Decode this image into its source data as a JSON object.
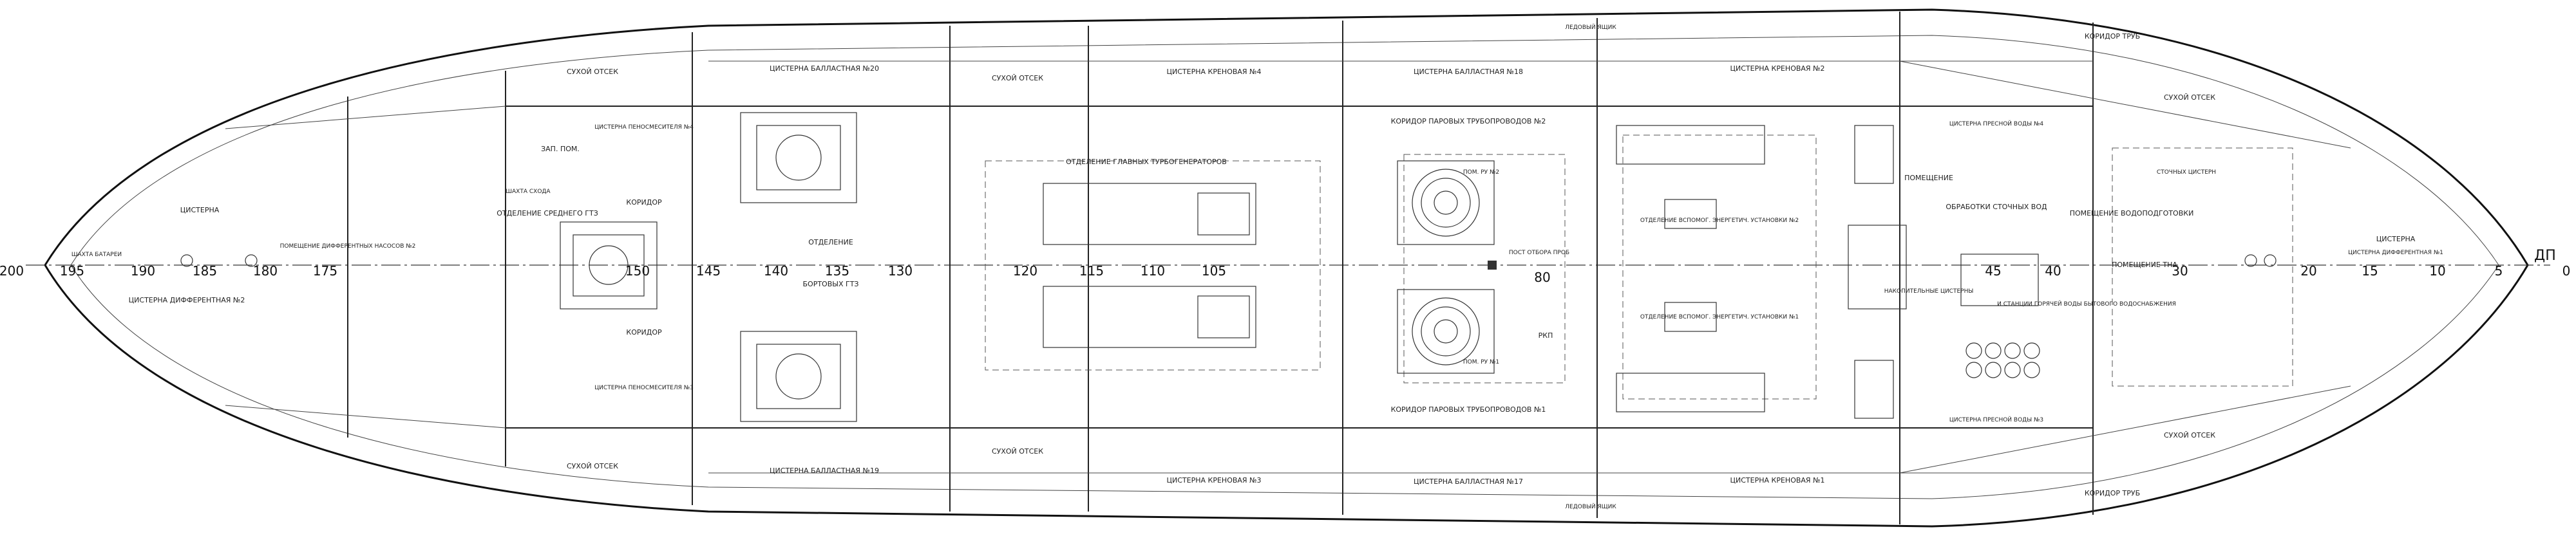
{
  "frames": [
    "200",
    "195",
    "190",
    "185",
    "180",
    "175",
    "150",
    "145",
    "140",
    "135",
    "130",
    "120",
    "115",
    "110",
    "105",
    "80",
    "45",
    "40",
    "30",
    "20",
    "15",
    "10",
    "5",
    "0"
  ],
  "centerline_label": "ДП",
  "compartments": {
    "l_dry_top": "СУХОЙ ОТСЕК",
    "l_dry_bot": "СУХОЙ ОТСЕК",
    "bal20": "ЦИСТЕРНА БАЛЛАСТНАЯ №20",
    "bal19": "ЦИСТЕРНА БАЛЛАСТНАЯ №19",
    "dry2_top": "СУХОЙ ОТСЕК",
    "dry2_bot": "СУХОЙ ОТСЕК",
    "heel4": "ЦИСТЕРНА КРЕНОВАЯ №4",
    "heel3": "ЦИСТЕРНА КРЕНОВАЯ №3",
    "bal18": "ЦИСТЕРНА БАЛЛАСТНАЯ №18",
    "bal17": "ЦИСТЕРНА БАЛЛАСТНАЯ №17",
    "ice_top": "ЛЕДОВЫЙ ЯЩИК",
    "ice_bot": "ЛЕДОВЫЙ ЯЩИК",
    "heel2": "ЦИСТЕРНА КРЕНОВАЯ №2",
    "heel1": "ЦИСТЕРНА КРЕНОВАЯ №1",
    "pipe_top": "КОРИДОР ТРУБ",
    "pipe_bot": "КОРИДОР ТРУБ",
    "dry_r_top": "СУХОЙ ОТСЕК",
    "dry_r_bot": "СУХОЙ ОТСЕК",
    "trim1": "ЦИСТЕРНА ДИФФЕРЕНТНАЯ №1",
    "trim2": "ЦИСТЕРНА ДИФФЕРЕНТНАЯ №2",
    "stern_tank": "ЦИСТЕРНА",
    "pump": "ПОМЕЩЕНИЕ ДИФФЕРЕНТНЫХ НАСОСОВ №2",
    "batt": "ШАХТА БАТАРЕИ",
    "zap": "ЗАП. ПОМ.",
    "shaft": "ШАХТА СХОДА",
    "corr_top": "КОРИДОР",
    "corr_bot": "КОРИДОР",
    "oil_top": "ЦИСТЕРНА ПЕНОСМЕСИТЕЛЯ №4",
    "oil_bot": "ЦИСТЕРНА ПЕНОСМЕСИТЕЛЯ №3",
    "midgtz": "ОТДЕЛЕНИЕ СРЕДНЕГО ГТЗ",
    "gtz_top": "ОТДЕЛЕНИЕ",
    "gtz_bot": "БОРТОВЫХ ГТЗ",
    "tg": "ОТДЕЛЕНИЕ ГЛАВНЫХ ТУРБОГЕНЕРАТОРОВ",
    "steam_top": "КОРИДОР ПАРОВЫХ ТРУБОПРОВОДОВ №2",
    "steam_bot": "КОРИДОР ПАРОВЫХ ТРУБОПРОВОДОВ №1",
    "rx_top": "ПОМ. РУ №2",
    "rx_bot": "ПОМ. РУ №1",
    "post": "ПОСТ ОТБОРА ПРОБ",
    "rkp": "РКП",
    "aux2": "ОТДЕЛЕНИЕ ВСПОМОГ. ЭНЕРГЕТИЧ. УСТАНОВКИ №2",
    "aux1": "ОТДЕЛЕНИЕ ВСПОМОГ. ЭНЕРГЕТИЧ. УСТАНОВКИ №1",
    "sewage": "ОБРАБОТКИ СТОЧНЫХ ВОД",
    "sewage_room": "ПОМЕЩЕНИЕ",
    "water": "ПОМЕЩЕНИЕ ВОДОПОДГОТОВКИ",
    "holding": "НАКОПИТЕЛЬНЫЕ ЦИСТЕРНЫ",
    "station": "И СТАНЦИИ ГОРЯЧЕЙ ВОДЫ БЫТОВОГО ВОДОСНАБЖЕНИЯ",
    "tna": "ПОМЕЩЕНИЕ ТНА",
    "fw_top": "ЦИСТЕРНА ПРЕСНОЙ ВОДЫ №4",
    "fw_bot": "ЦИСТЕРНА ПРЕСНОЙ ВОДЫ №3",
    "waste": "СТОЧНЫХ ЦИСТЕРН",
    "fore_tank": "ЦИСТЕРНА"
  }
}
